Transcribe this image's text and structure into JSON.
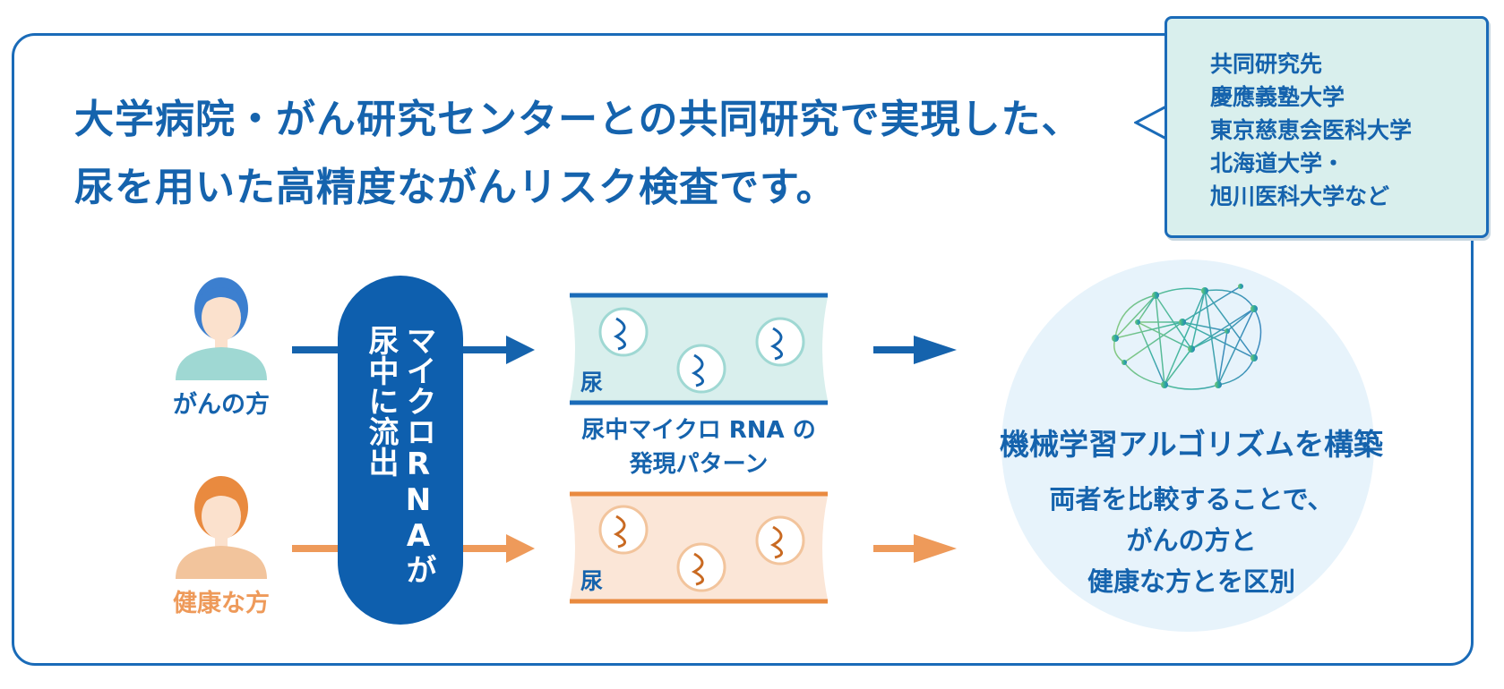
{
  "headline": {
    "line1": "大学病院・がん研究センターとの共同研究で実現した、",
    "line2": "尿を用いた高精度ながんリスク検査です。"
  },
  "callout": {
    "lines": [
      "共同研究先",
      "慶應義塾大学",
      "東京慈恵会医科大学",
      "北海道大学・",
      "旭川医科大学など"
    ]
  },
  "people": {
    "cancer": {
      "label": "がんの方",
      "color": "#1563ad"
    },
    "healthy": {
      "label": "健康な方",
      "color": "#ee9a5a"
    }
  },
  "pill": {
    "col1": "マイクロRNAが",
    "col2": "尿中に流出"
  },
  "tubes": {
    "label": "尿",
    "caption_line1": "尿中マイクロ RNA の",
    "caption_line2": "発現パターン"
  },
  "ml": {
    "title": "機械学習アルゴリズムを構築",
    "desc_line1": "両者を比較することで、",
    "desc_line2": "がんの方と",
    "desc_line3": "健康な方とを区別"
  },
  "colors": {
    "primary": "#1563ad",
    "orange": "#ee9a5a",
    "teal_bg": "#d9efed",
    "peach_bg": "#fbe6d7"
  }
}
